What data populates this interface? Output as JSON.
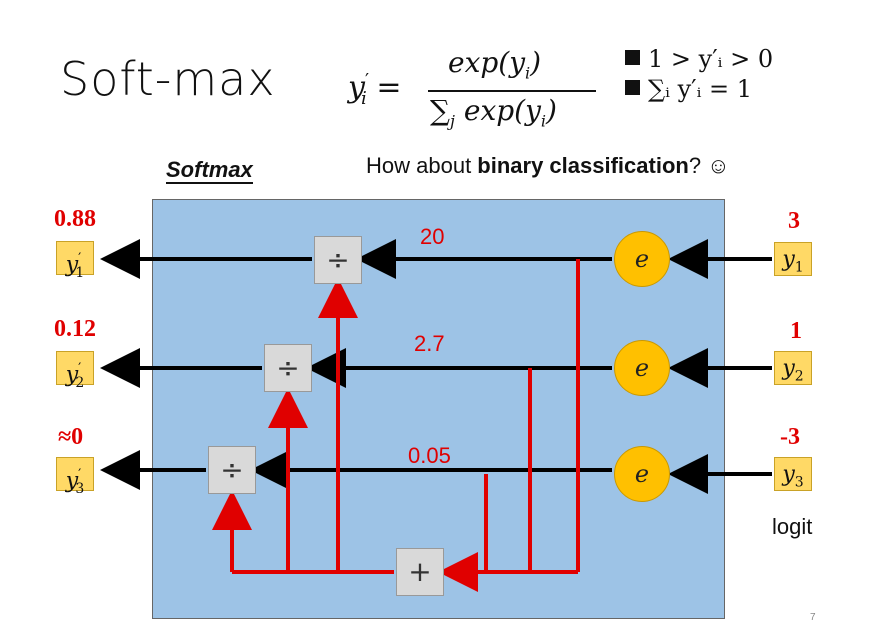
{
  "title": "Soft-max",
  "formula": {
    "lhs": "y",
    "lhs_sub": "i",
    "lhs_prime": "′",
    "numerator": "exp(y",
    "numerator_sub": "i",
    "numerator_close": ")",
    "denominator_sum": "∑",
    "denominator_sub": "j",
    "denominator": " exp(y",
    "denominator_var_sub": "i",
    "denominator_close": ")"
  },
  "bullets": [
    "1 > y′ᵢ > 0",
    "∑ᵢ y′ᵢ  = 1"
  ],
  "question_prefix": "How about ",
  "question_bold": "binary classification",
  "question_suffix": "? ☺",
  "softmax_label": "Softmax",
  "outputs": [
    {
      "value": "0.88",
      "name": "y",
      "sub": "1"
    },
    {
      "value": "0.12",
      "name": "y",
      "sub": "2"
    },
    {
      "value": "≈0",
      "name": "y",
      "sub": "3"
    }
  ],
  "inputs": [
    {
      "value": "3",
      "name": "y",
      "sub": "1"
    },
    {
      "value": "1",
      "name": "y",
      "sub": "2"
    },
    {
      "value": "-3",
      "name": "y",
      "sub": "3"
    }
  ],
  "exp_values": [
    "20",
    "2.7",
    "0.05"
  ],
  "exp_symbol": "e",
  "div_symbol": "÷",
  "plus_symbol": "+",
  "logit_label": "logit",
  "page_number": "7",
  "colors": {
    "box": "#9dc3e6",
    "red": "#e00000",
    "exp_node": "#ffc000",
    "ybox": "#ffd966"
  }
}
